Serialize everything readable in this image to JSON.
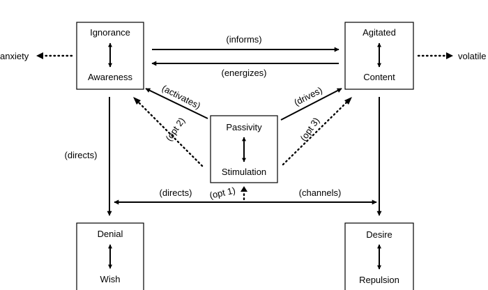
{
  "nodes": {
    "top_left": {
      "top": "Ignorance",
      "bottom": "Awareness"
    },
    "top_right": {
      "top": "Agitated",
      "bottom": "Content"
    },
    "center": {
      "top": "Passivity",
      "bottom": "Stimulation"
    },
    "bottom_left": {
      "top": "Denial",
      "bottom": "Wish"
    },
    "bottom_right": {
      "top": "Desire",
      "bottom": "Repulsion"
    }
  },
  "outer_labels": {
    "left": "anxiety",
    "right": "volatile"
  },
  "edges": {
    "informs": "(informs)",
    "energizes": "(energizes)",
    "activates": "(activates)",
    "drives": "(drives)",
    "opt2": "(opt 2)",
    "opt3": "(opt 3)",
    "directs_vertical": "(directs)",
    "directs_horizontal": "(directs)",
    "opt1": "(opt 1)",
    "channels": "(channels)"
  }
}
